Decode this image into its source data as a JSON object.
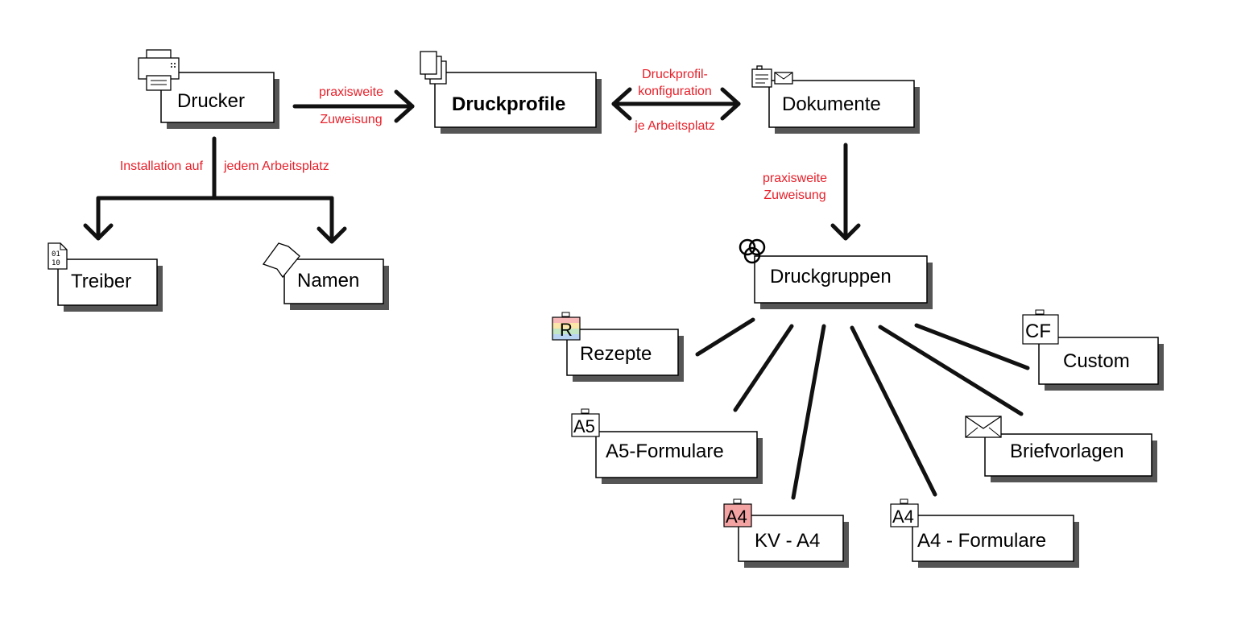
{
  "colors": {
    "edge_label": "#e8202a",
    "line": "#111111",
    "shadow": "#555555",
    "kv_badge": "#f4a3a3"
  },
  "nodes": {
    "drucker": {
      "label": "Drucker",
      "icon": "printer-icon"
    },
    "druckprofile": {
      "label": "Druckprofile",
      "icon": "stacked-documents-icon"
    },
    "dokumente": {
      "label": "Dokumente",
      "icon": "document-envelope-icon"
    },
    "treiber": {
      "label": "Treiber",
      "icon": "binary-file-icon",
      "icon_text": [
        "01",
        "10"
      ]
    },
    "namen": {
      "label": "Namen",
      "icon": "tag-icon"
    },
    "druckgruppen": {
      "label": "Druckgruppen",
      "icon": "interlocking-circles-icon"
    },
    "rezepte": {
      "label": "Rezepte",
      "icon": "r-badge-icon",
      "icon_text": "R"
    },
    "a5_formulare": {
      "label": "A5-Formulare",
      "icon": "a5-badge-icon",
      "icon_text": "A5"
    },
    "kv_a4": {
      "label": "KV - A4",
      "icon": "a4-red-badge-icon",
      "icon_text": "A4"
    },
    "a4_formulare": {
      "label": "A4 - Formulare",
      "icon": "a4-badge-icon",
      "icon_text": "A4"
    },
    "briefvorlagen": {
      "label": "Briefvorlagen",
      "icon": "envelope-icon"
    },
    "custom": {
      "label": "Custom",
      "icon": "cf-badge-icon",
      "icon_text": "CF"
    }
  },
  "edge_labels": {
    "drucker_profile_top": "praxisweite",
    "drucker_profile_bottom": "Zuweisung",
    "profile_dokumente_line1": "Druckprofil-",
    "profile_dokumente_line2": "konfiguration",
    "profile_dokumente_bottom": "je Arbeitsplatz",
    "install_left": "Installation auf",
    "install_right": "jedem Arbeitsplatz",
    "dokumente_gruppen_line1": "praxisweite",
    "dokumente_gruppen_line2": "Zuweisung"
  }
}
